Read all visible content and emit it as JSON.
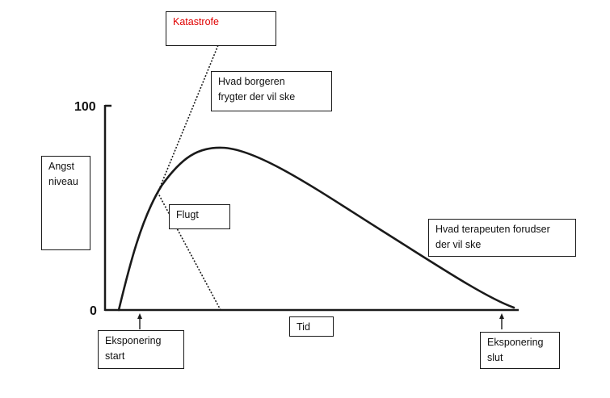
{
  "diagram": {
    "y_axis": {
      "max_label": "100",
      "min_label": "0"
    },
    "labels": {
      "catastrophe": {
        "text": "Katastrofe",
        "color": "#e00000"
      },
      "feared": {
        "text": "Hvad borgeren\nfrygter der vil ske"
      },
      "anxiety_level": {
        "text": "Angst\nniveau"
      },
      "escape": {
        "text": "Flugt"
      },
      "therapist_predicts": {
        "text": "Hvad terapeuten forudser\nder vil ske"
      },
      "time": {
        "text": "Tid"
      },
      "exposure_start": {
        "text": "Eksponering\nstart"
      },
      "exposure_end": {
        "text": "Eksponering\nslut"
      }
    },
    "colors": {
      "line": "#1a1a1a",
      "text": "#111111"
    }
  }
}
